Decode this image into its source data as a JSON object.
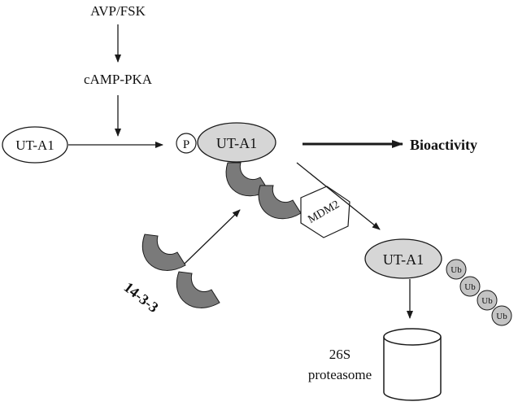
{
  "inputs": {
    "stimulus": "AVP/FSK",
    "kinase": "cAMP-PKA"
  },
  "proteins": {
    "ut_a1_unmodified": "UT-A1",
    "ut_a1_phosphorylated": "UT-A1",
    "ut_a1_ubiquitinated": "UT-A1",
    "phospho_mark": "P",
    "mdm2": "MDM2",
    "adaptor": "14-3-3"
  },
  "ubiquitin_chain": [
    "Ub",
    "Ub",
    "Ub",
    "Ub"
  ],
  "outcomes": {
    "bioactivity": "Bioactivity",
    "proteasome_line1": "26S",
    "proteasome_line2": "proteasome"
  },
  "colors": {
    "protein_fill": "#d6d6d6",
    "adaptor_fill": "#7a7a7a",
    "ub_fill": "#c4c4c4",
    "line": "#1a1a1a"
  },
  "icons": {
    "adaptor_shape": "c-shaped-dimer",
    "proteasome_shape": "cylinder"
  }
}
